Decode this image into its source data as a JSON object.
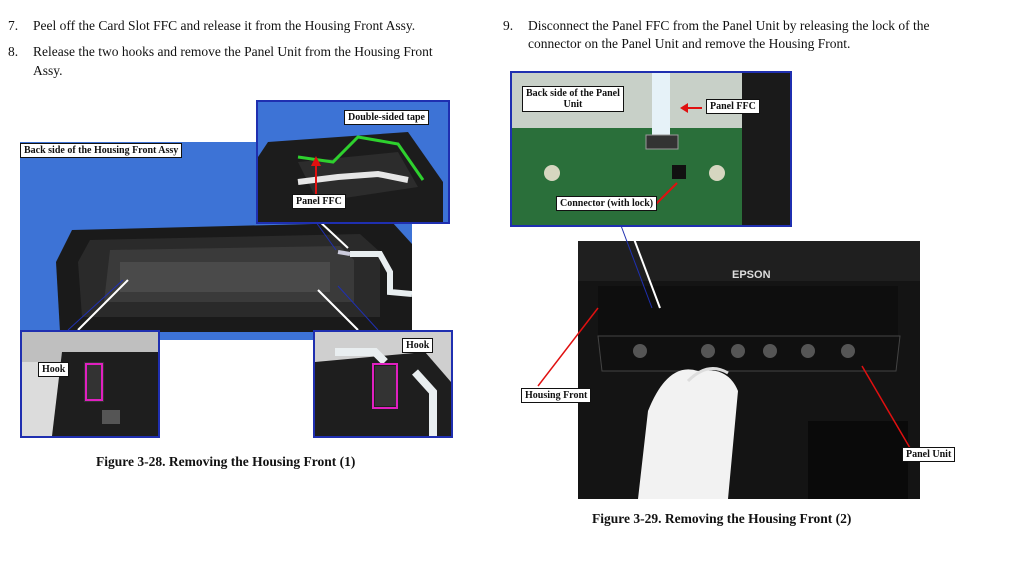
{
  "left_steps": [
    {
      "num": "7.",
      "text": "Peel off the Card Slot FFC and release it from the Housing Front Assy."
    },
    {
      "num": "8.",
      "text_line1": "Release the two hooks and remove the Panel Unit from the Housing Front",
      "text_line2": "Assy."
    }
  ],
  "right_step": {
    "num": "9.",
    "text_line1": "Disconnect the Panel FFC from the Panel Unit by releasing the lock of the",
    "text_line2": "connector on the Panel Unit and remove the Housing Front."
  },
  "figure1": {
    "caption": "Figure 3-28.  Removing the Housing Front (1)",
    "labels": {
      "back_side": "Back side of the Housing Front Assy",
      "double_sided_tape": "Double-sided tape",
      "panel_ffc": "Panel FFC",
      "hook_left": "Hook",
      "hook_right": "Hook"
    }
  },
  "figure2": {
    "caption": "Figure 3-29.  Removing the Housing Front (2)",
    "labels": {
      "back_side_panel_l1": "Back side of the Panel",
      "back_side_panel_l2": "Unit",
      "panel_ffc": "Panel FFC",
      "connector": "Connector (with lock)",
      "housing_front": "Housing Front",
      "panel_unit": "Panel Unit",
      "brand": "EPSON"
    }
  },
  "colors": {
    "inset_border": "#1f2fb0",
    "callout_green": "#2ed12e",
    "callout_red": "#e01010",
    "hook_magenta": "#e020c0",
    "blue_bg": "#3d73d6"
  }
}
